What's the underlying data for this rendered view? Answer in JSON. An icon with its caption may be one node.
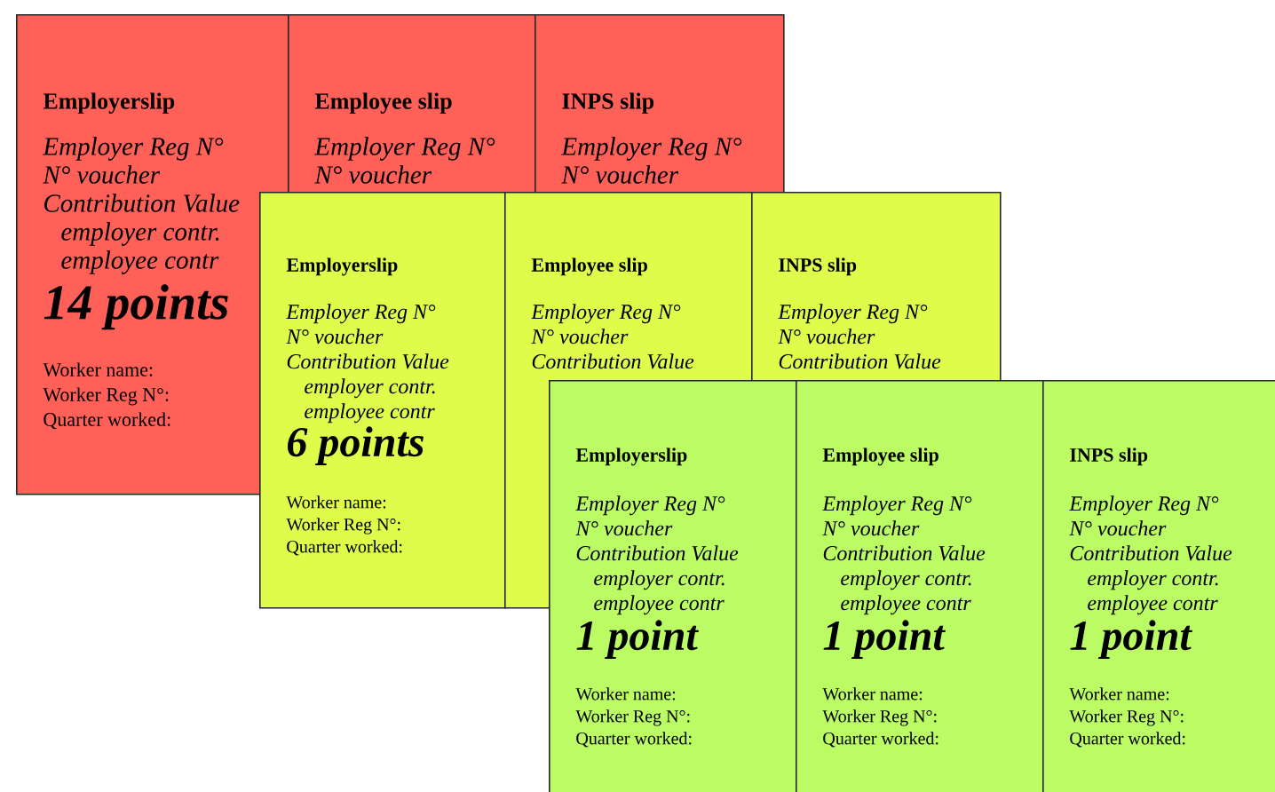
{
  "diagram": {
    "nodes": [
      {
        "text": [
          "Employerslip",
          "Employer Reg N°",
          "N° voucher",
          "Contribution Value",
          "employer contr.",
          "employee contr",
          "14 points",
          "Worker name:",
          "Worker Reg  N°:",
          "Quarter worked:"
        ]
      },
      {
        "text": [
          "Employee slip",
          "Employer Reg N°",
          "N° voucher"
        ]
      },
      {
        "text": [
          "INPS slip",
          "Employer Reg N°",
          "N° voucher"
        ]
      },
      {
        "text": [
          "Employerslip",
          "Employer Reg N°",
          "N° voucher",
          "Contribution Value",
          "employer contr.",
          "employee contr",
          "6 points",
          "Worker name:",
          "Worker Reg  N°:",
          "Quarter worked:"
        ]
      },
      {
        "text": [
          "Employee slip",
          "Employer Reg N°",
          "N° voucher",
          "Contribution Value"
        ]
      },
      {
        "text": [
          "INPS slip",
          "Employer Reg N°",
          "N° voucher",
          "Contribution Value"
        ]
      },
      {
        "text": [
          "Employerslip",
          "Employer Reg N°",
          "N° voucher",
          "Contribution Value",
          "employer contr.",
          "employee contr",
          "1 point",
          "Worker name:",
          "Worker Reg  N°:",
          "Quarter worked:"
        ]
      },
      {
        "text": [
          "Employee slip",
          "Employer Reg N°",
          "N° voucher",
          "Contribution Value",
          "employer contr.",
          "employee contr",
          "1 point",
          "Worker name:",
          "Worker Reg  N°:",
          "Quarter worked:"
        ]
      },
      {
        "text": [
          "INPS slip",
          "Employer Reg N°",
          "N° voucher",
          "Contribution Value",
          "employer contr.",
          "employee contr",
          "1 point",
          "Worker name:",
          "Worker Reg  N°:",
          "Quarter worked:"
        ]
      }
    ]
  }
}
